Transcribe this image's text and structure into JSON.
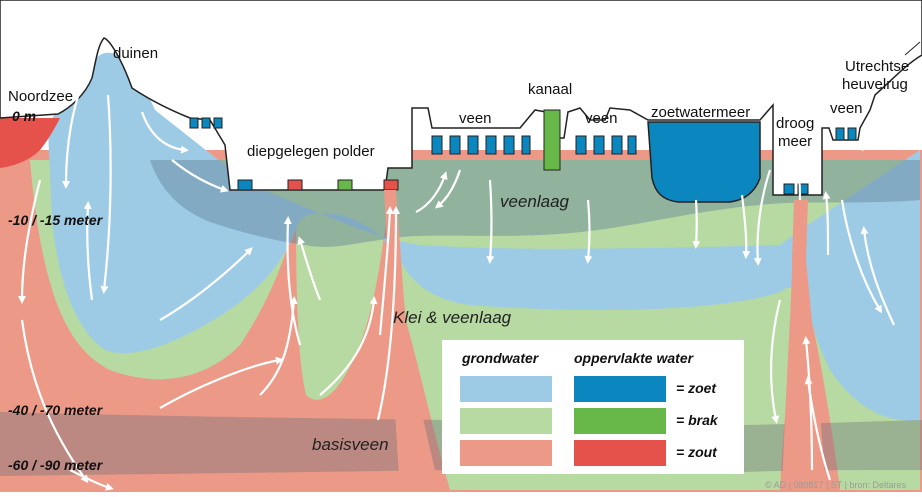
{
  "places": {
    "noordzee": "Noordzee",
    "duinen": "duinen",
    "polder": "diepgelegen polder",
    "kanaal": "kanaal",
    "veen_left": "veen",
    "veen_right": "veen",
    "zoetwatermeer": "zoetwatermeer",
    "droog_1": "droog",
    "droog_2": "meer",
    "veen_far": "veen",
    "utrecht_1": "Utrechtse",
    "utrecht_2": "heuvelrug"
  },
  "depths": {
    "zero": "0 m",
    "d1": "-10 / -15 meter",
    "d2": "-40 / -70 meter",
    "d3": "-60 / -90 meter"
  },
  "layers": {
    "veenlaag": "veenlaag",
    "klei": "Klei & veenlaag",
    "basisveen": "basisveen"
  },
  "legend": {
    "header_ground": "grondwater",
    "header_surface": "oppervlakte water",
    "zoet": "= zoet",
    "brak": "= brak",
    "zout": "= zout"
  },
  "colors": {
    "ground_fresh": "#9dcbe6",
    "ground_brackish": "#b7daa2",
    "ground_salt": "#ec9a87",
    "surface_fresh": "#0c86be",
    "surface_brackish": "#68b849",
    "surface_salt": "#e5524b"
  },
  "credit": "© AD | 080817 | ST | bron: Deltares"
}
